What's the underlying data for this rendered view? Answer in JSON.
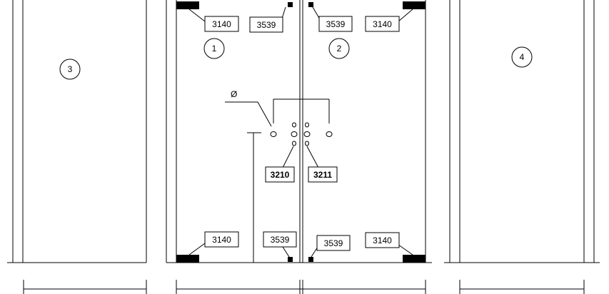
{
  "panels": [
    {
      "number": "3"
    },
    {
      "number": "1"
    },
    {
      "number": "2"
    },
    {
      "number": "4"
    }
  ],
  "parts": {
    "corner_fitting": "3140",
    "small_fitting": "3539",
    "lock_left": "3210",
    "lock_right": "3211"
  },
  "diameter_symbol": "Ø"
}
